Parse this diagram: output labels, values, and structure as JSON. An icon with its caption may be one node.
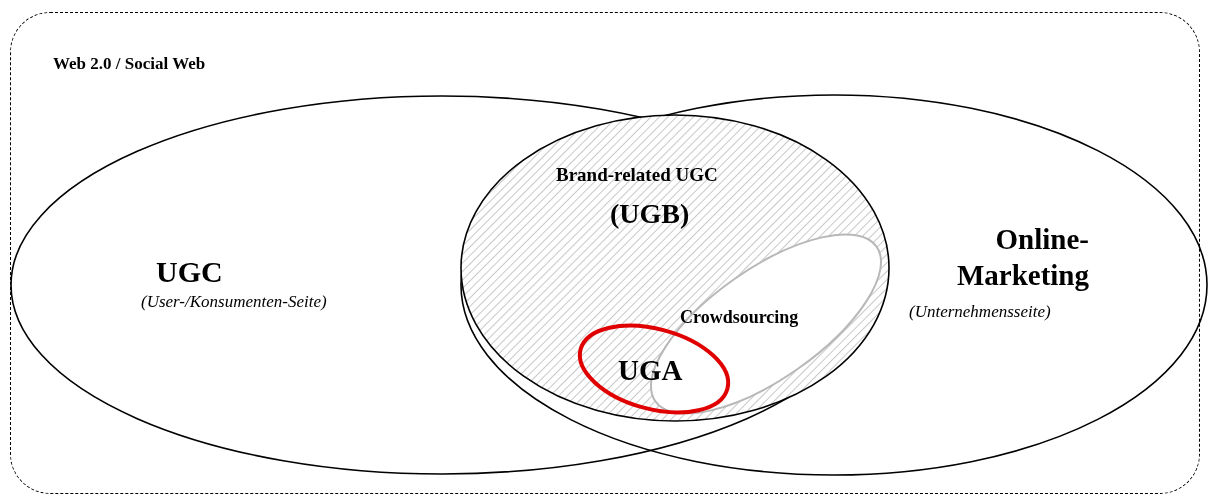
{
  "diagram": {
    "nodes": [
      {
        "text": [
          "Web 2.0 / Social Web"
        ]
      },
      {
        "text": [
          "UGC",
          "(User-/Konsumenten-Seite)"
        ],
        "in": 0
      },
      {
        "text": [
          "Online-Marketing",
          "(Unternehmensseite)"
        ],
        "in": 0
      },
      {
        "text": [
          "Brand-related UGC",
          "(UGB)"
        ]
      },
      {
        "text": [
          "Crowdsourcing"
        ],
        "in": 3
      },
      {
        "text": [
          "UGA"
        ],
        "in": 3
      }
    ]
  }
}
